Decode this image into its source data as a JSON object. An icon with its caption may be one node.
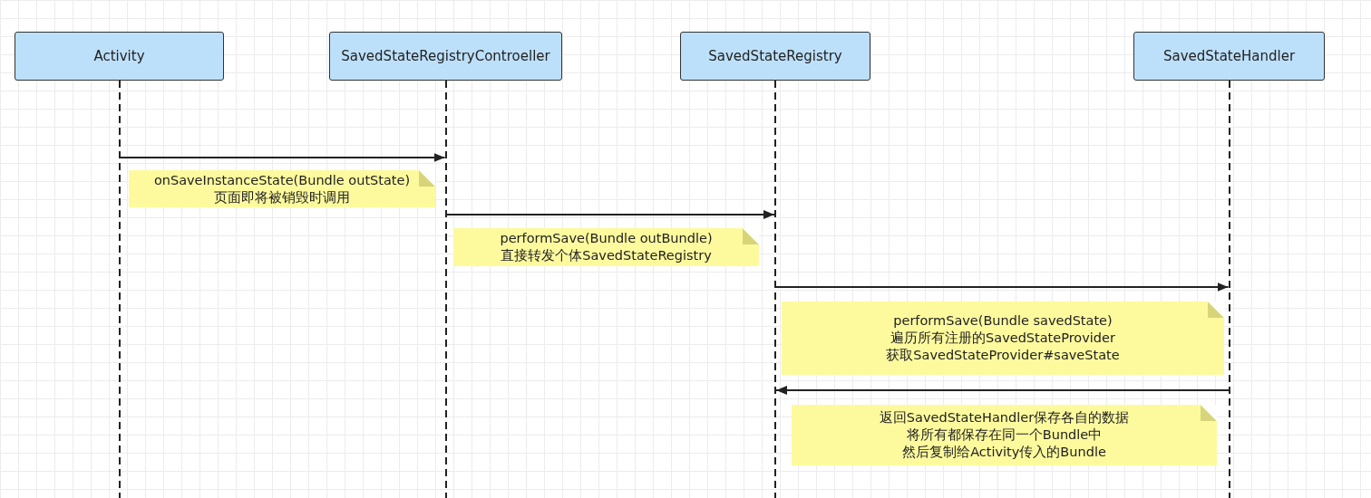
{
  "diagram": {
    "nodes": [
      {
        "text": [
          "Activity"
        ]
      },
      {
        "text": [
          "SavedStateRegistryControeller"
        ]
      },
      {
        "text": [
          "SavedStateRegistry"
        ]
      },
      {
        "text": [
          "SavedStateHandler"
        ]
      },
      {
        "text": [
          "onSaveInstanceState(Bundle outState)",
          "页面即将被销毁时调用"
        ]
      },
      {
        "text": [
          "performSave(Bundle outBundle)",
          "直接转发个体SavedStateRegistry"
        ]
      },
      {
        "text": [
          "performSave(Bundle savedState)",
          "遍历所有注册的SavedStateProvider",
          "获取SavedStateProvider#saveState"
        ]
      },
      {
        "text": [
          "返回SavedStateHandler保存各自的数据",
          "将所有都保存在同一个Bundle中",
          "然后复制给Activity传入的Bundle"
        ]
      }
    ],
    "edges": [
      {
        "from": 0,
        "to": 1,
        "arrow": "to"
      },
      {
        "from": 1,
        "to": 2,
        "arrow": "to"
      },
      {
        "from": 2,
        "to": 3,
        "arrow": "to"
      },
      {
        "from": 3,
        "to": 2,
        "arrow": "to"
      }
    ]
  }
}
